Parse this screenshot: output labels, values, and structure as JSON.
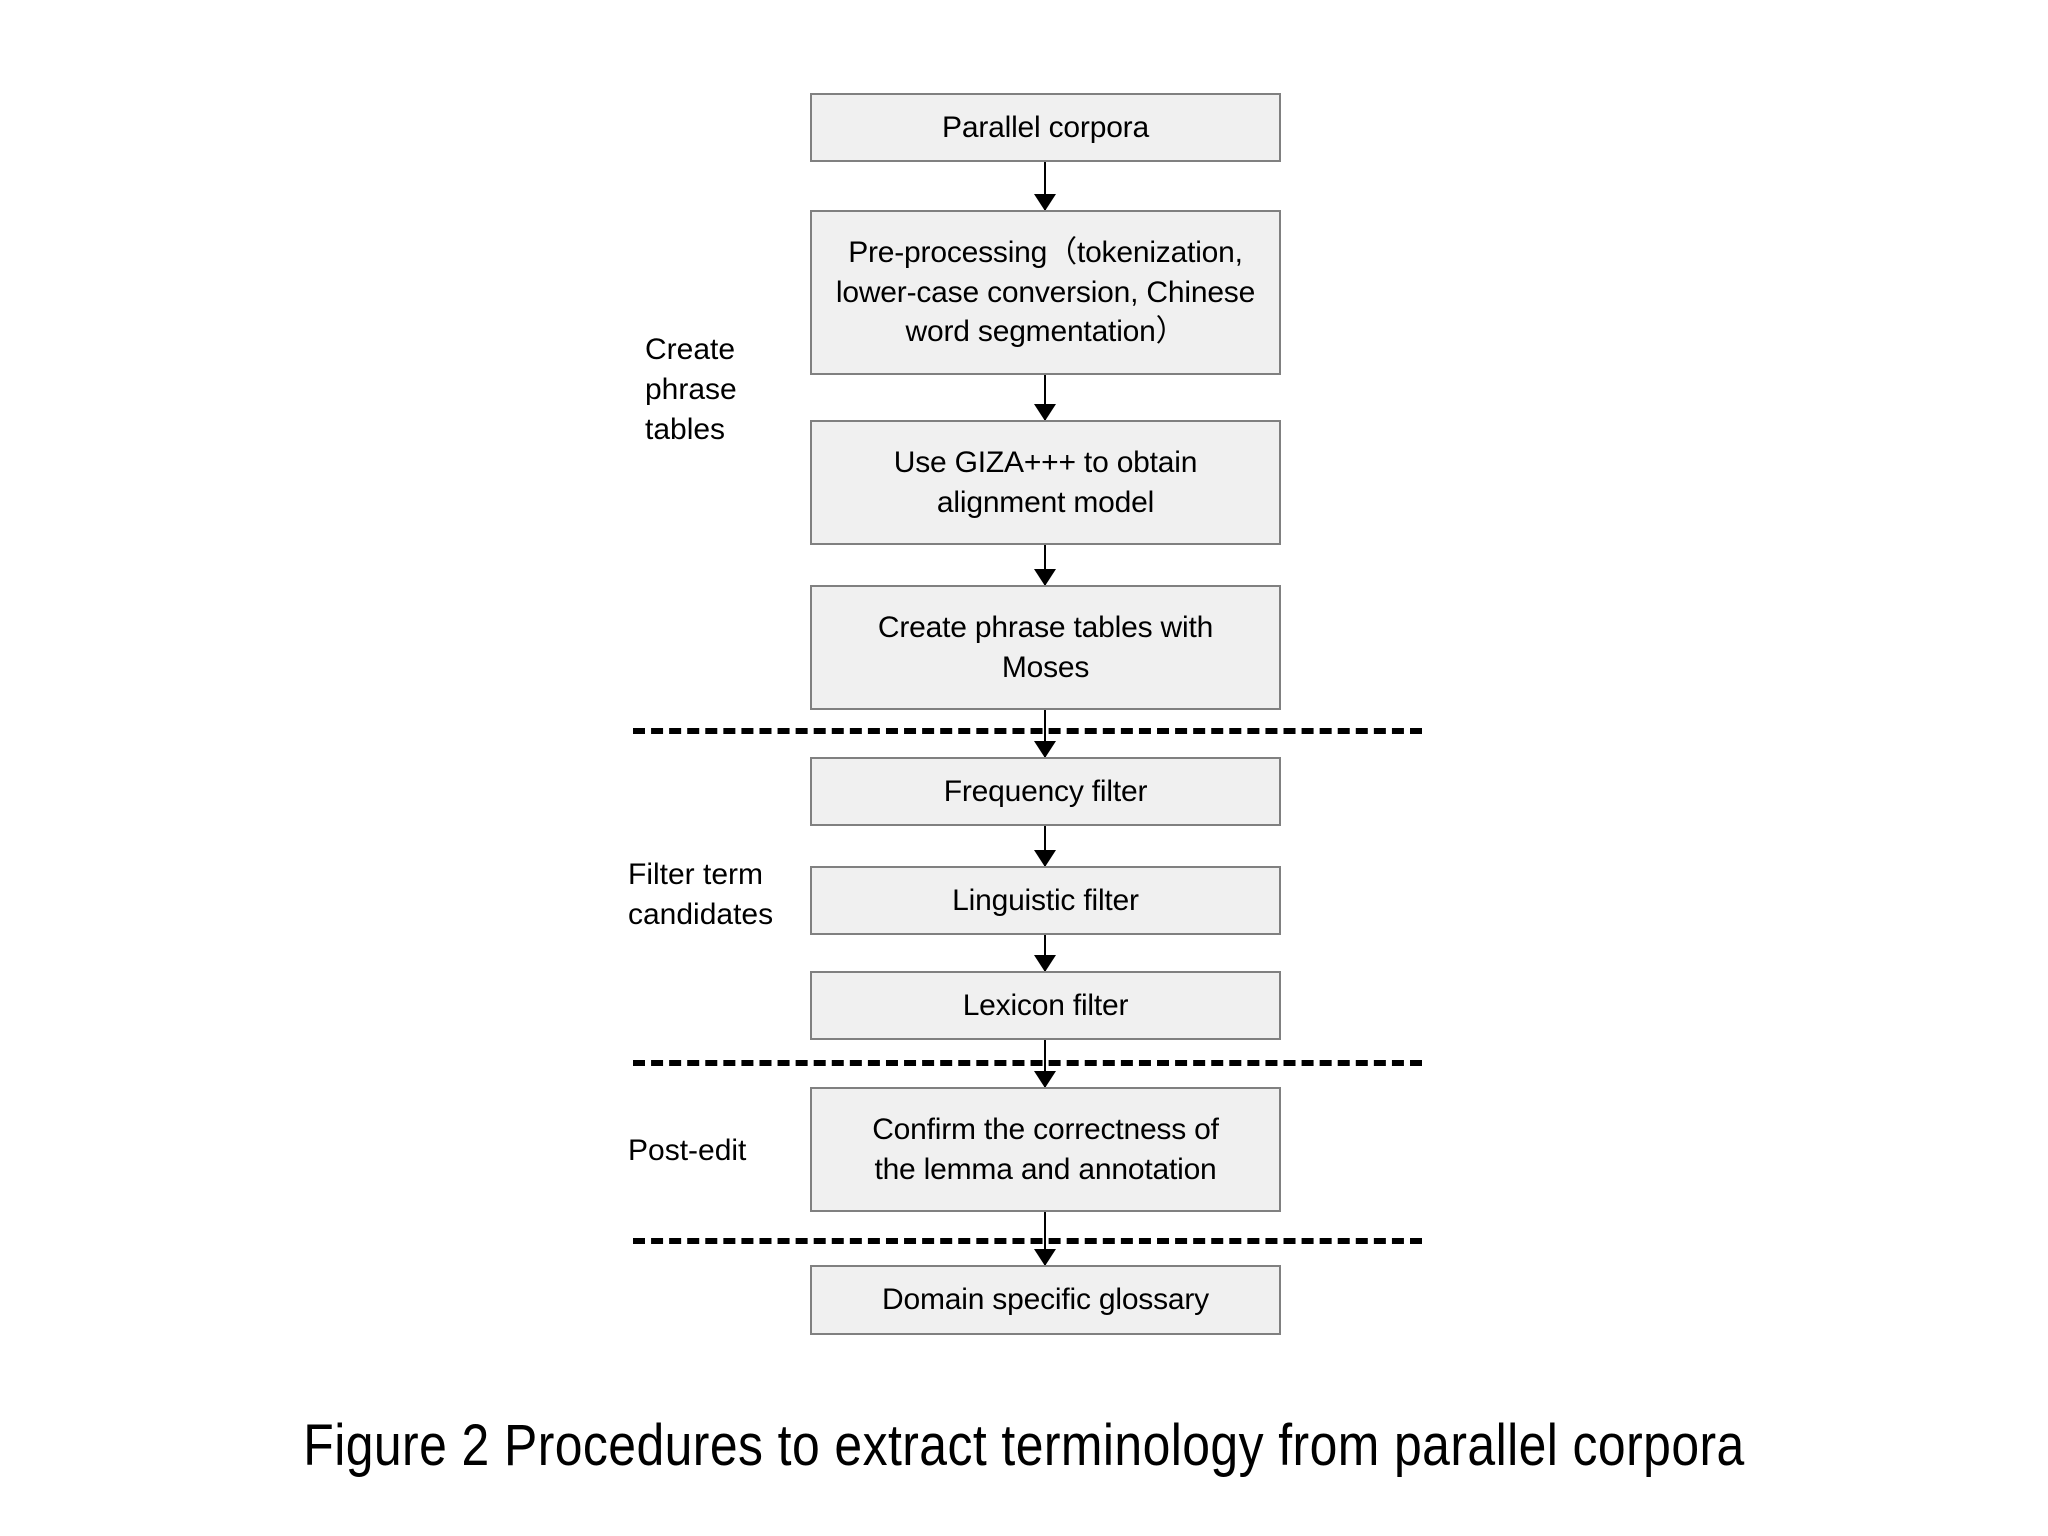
{
  "figure": {
    "caption": "Figure 2 Procedures to extract terminology from parallel corpora",
    "background_color": "#ffffff",
    "box_fill_color": "#f0f0f0",
    "box_border_color": "#808080",
    "line_color": "#000000"
  },
  "stage_labels": [
    {
      "id": "create-phrase-tables",
      "text": "Create\nphrase\ntables"
    },
    {
      "id": "filter-term-candidates",
      "text": "Filter term\ncandidates"
    },
    {
      "id": "post-edit",
      "text": "Post-edit"
    }
  ],
  "nodes": [
    {
      "id": "parallel-corpora",
      "text": "Parallel corpora"
    },
    {
      "id": "pre-processing",
      "text": "Pre-processing（tokenization,\nlower-case conversion, Chinese\nword  segmentation）"
    },
    {
      "id": "giza-alignment",
      "text": "Use GIZA+++ to obtain\nalignment model"
    },
    {
      "id": "moses-phrase-table",
      "text": "Create phrase tables with\nMoses"
    },
    {
      "id": "frequency-filter",
      "text": "Frequency filter"
    },
    {
      "id": "linguistic-filter",
      "text": "Linguistic  filter"
    },
    {
      "id": "lexicon-filter",
      "text": "Lexicon filter"
    },
    {
      "id": "confirm-lemma",
      "text": "Confirm the correctness of\nthe lemma and annotation"
    },
    {
      "id": "domain-glossary",
      "text": "Domain specific glossary"
    }
  ],
  "edges": [
    {
      "from": "parallel-corpora",
      "to": "pre-processing"
    },
    {
      "from": "pre-processing",
      "to": "giza-alignment"
    },
    {
      "from": "giza-alignment",
      "to": "moses-phrase-table"
    },
    {
      "from": "moses-phrase-table",
      "to": "frequency-filter"
    },
    {
      "from": "frequency-filter",
      "to": "linguistic-filter"
    },
    {
      "from": "linguistic-filter",
      "to": "lexicon-filter"
    },
    {
      "from": "lexicon-filter",
      "to": "confirm-lemma"
    },
    {
      "from": "confirm-lemma",
      "to": "domain-glossary"
    }
  ],
  "dividers": [
    {
      "id": "divider-create-filter"
    },
    {
      "id": "divider-filter-postedit"
    },
    {
      "id": "divider-postedit-output"
    }
  ]
}
